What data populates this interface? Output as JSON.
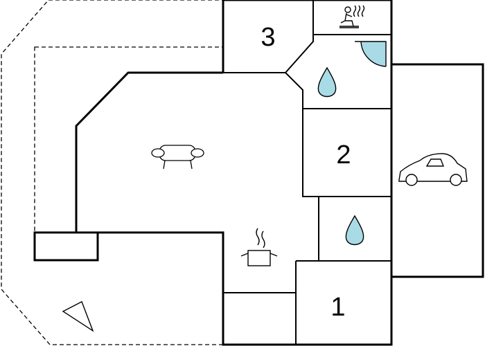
{
  "rooms": {
    "bedroom_1": {
      "label": "1"
    },
    "bedroom_2": {
      "label": "2"
    },
    "bedroom_3": {
      "label": "3"
    }
  },
  "colors": {
    "terrace": "#e8e8e8",
    "covered_terrace": "#c4c4c4",
    "water": "#a9dbe7",
    "walls": "#000000",
    "floor": "#ffffff"
  },
  "icons": {
    "living": "sofa-icon",
    "kitchen": "cooking-pot-icon",
    "sauna": "sauna-icon",
    "bathroom": "water-drop-icon",
    "shower": "shower-cabin-icon",
    "garage": "car-icon",
    "north": "north-arrow-icon"
  }
}
